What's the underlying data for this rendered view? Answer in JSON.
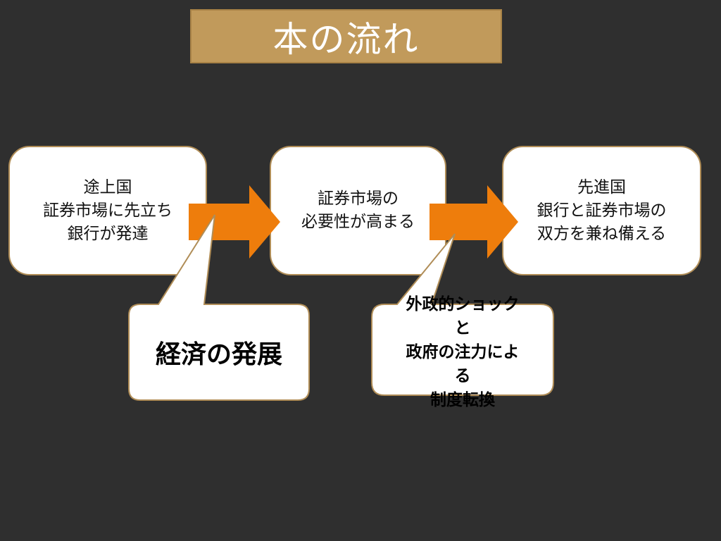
{
  "title": "本の流れ",
  "stages": [
    {
      "lines": [
        "途上国",
        "証券市場に先立ち",
        "銀行が発達"
      ]
    },
    {
      "lines": [
        "証券市場の",
        "必要性が高まる"
      ]
    },
    {
      "lines": [
        "先進国",
        "銀行と証券市場の",
        "双方を兼ね備える"
      ]
    }
  ],
  "callouts": {
    "economy": {
      "text": "経済の発展"
    },
    "shock": {
      "lines": [
        "外政的ショック",
        "と",
        "政府の注力によ",
        "る",
        "制度転換"
      ]
    }
  },
  "colors": {
    "background": "#2f2f2f",
    "title_fill": "#c19a5b",
    "arrow": "#ee7d0c",
    "box_border": "#b08d57"
  }
}
